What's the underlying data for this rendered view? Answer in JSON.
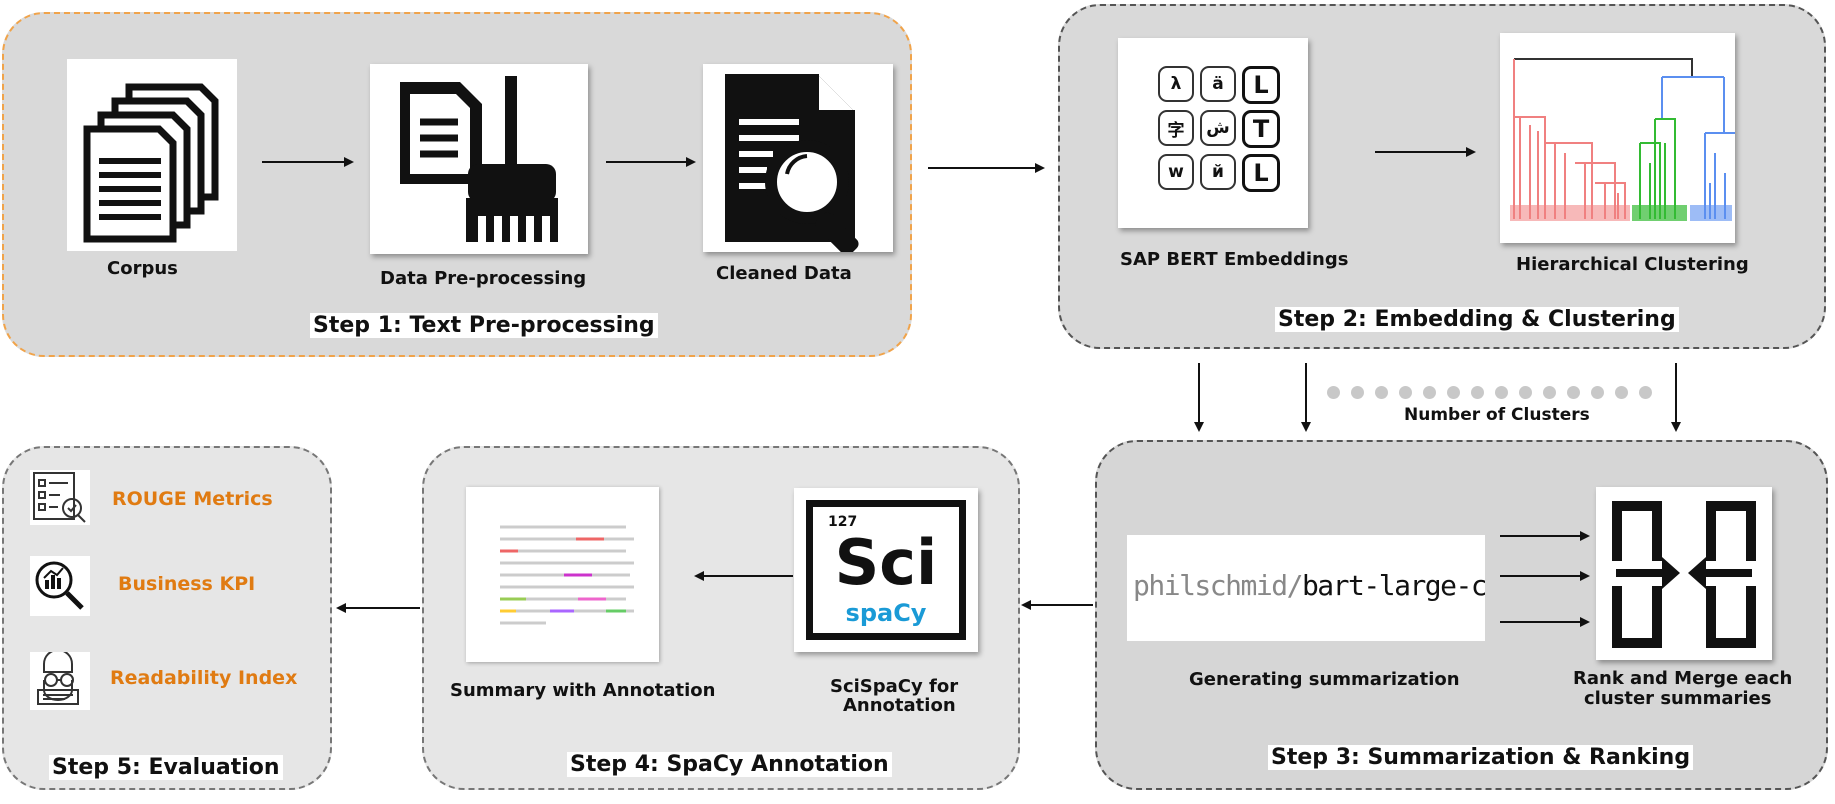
{
  "step1": {
    "title": "Step 1: Text Pre-processing",
    "corpus": "Corpus",
    "preprocessing": "Data Pre-processing",
    "cleaned": "Cleaned Data"
  },
  "step2": {
    "title": "Step 2: Embedding & Clustering",
    "embeddings": "SAP BERT Embeddings",
    "clustering": "Hierarchical Clustering",
    "glyphs": [
      "λ",
      "ä",
      "L",
      "字",
      "ش",
      "T",
      "w",
      "й",
      "L"
    ]
  },
  "clusters_label": "Number of Clusters",
  "step3": {
    "title": "Step 3: Summarization & Ranking",
    "model_prefix": "philschmid/",
    "model_name": "bart-large-cnn-samsum",
    "generating": "Generating summarization",
    "rank_merge_1": "Rank and Merge each",
    "rank_merge_2": "cluster summaries"
  },
  "step4": {
    "title": "Step 4: SpaCy Annotation",
    "summary": "Summary with Annotation",
    "scispacy_1": "SciSpaCy for",
    "scispacy_2": "Annotation",
    "element_number": "127",
    "element_symbol": "Sci",
    "element_name": "spaCy"
  },
  "step5": {
    "title": "Step 5: Evaluation",
    "rouge": "ROUGE Metrics",
    "kpi": "Business KPI",
    "readability": "Readability Index"
  },
  "colors": {
    "orange": "#e07b12",
    "dendro_red": "#f08080",
    "dendro_green": "#33bb33",
    "dendro_blue": "#5b8ff0"
  }
}
